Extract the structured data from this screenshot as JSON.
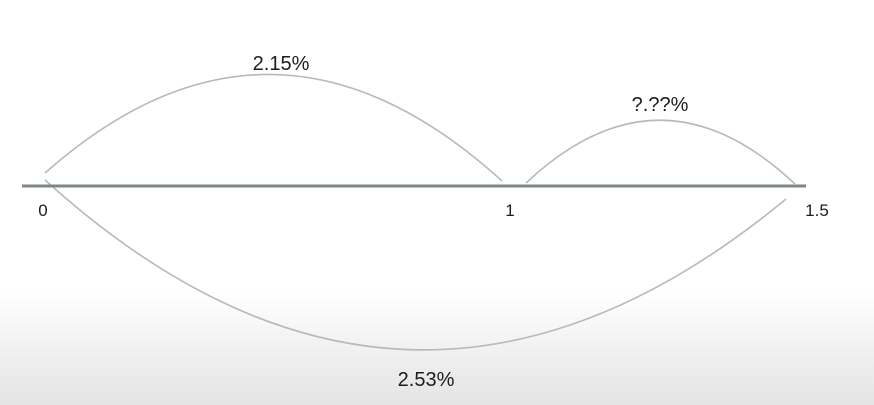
{
  "diagram": {
    "ticks": [
      "0",
      "1",
      "1.5"
    ],
    "arcs": {
      "upper_first": "2.15%",
      "upper_second": "?.??%",
      "lower_span": "2.53%"
    }
  }
}
